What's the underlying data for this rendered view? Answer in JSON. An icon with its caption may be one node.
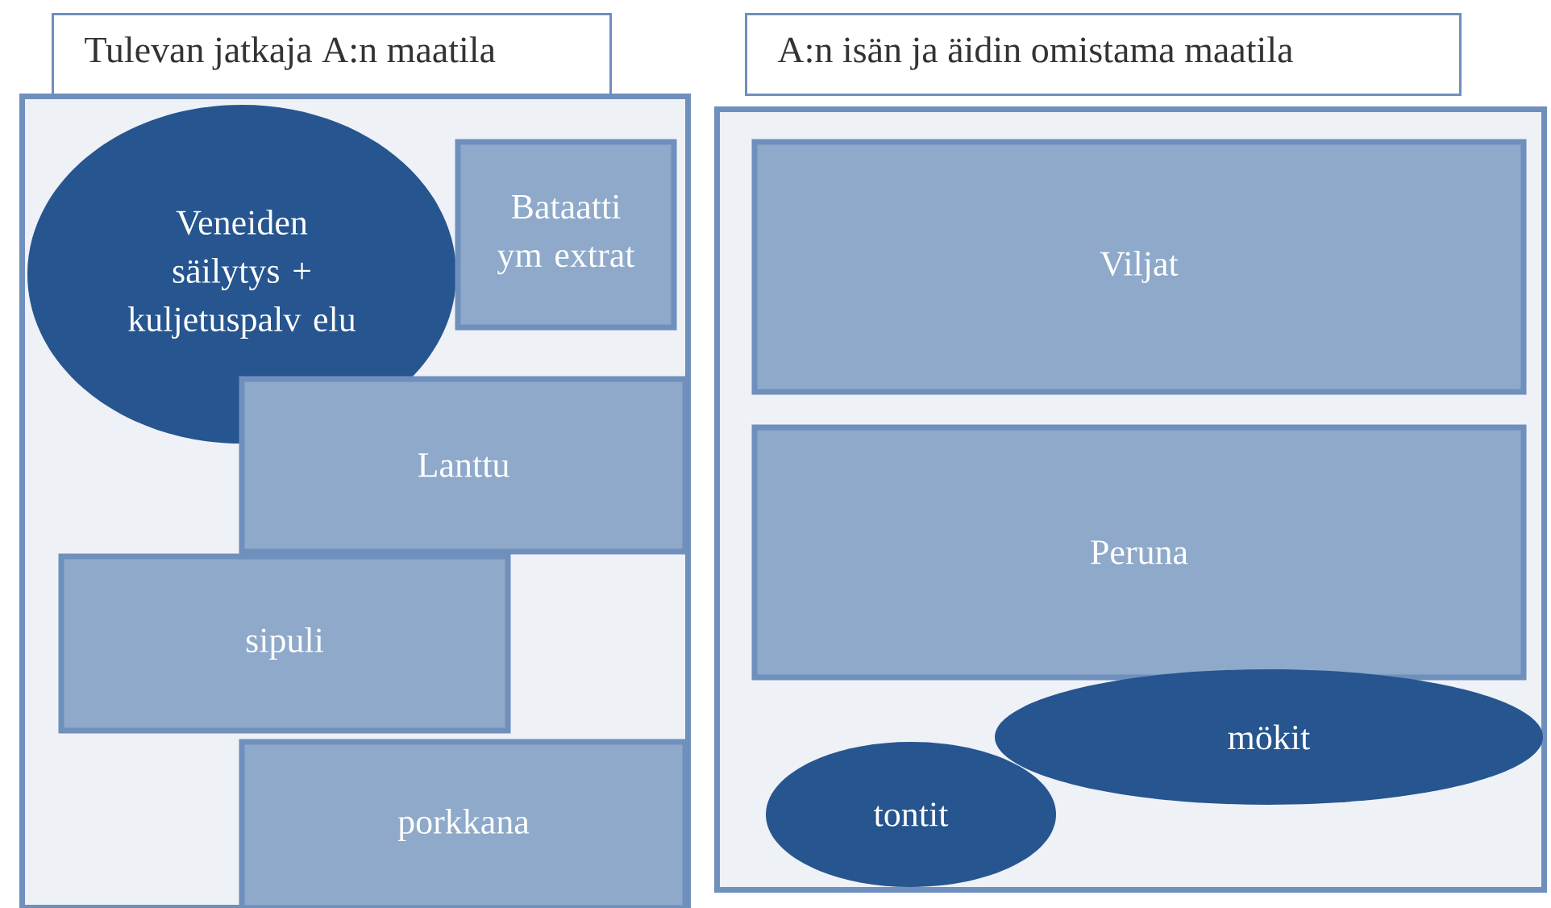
{
  "diagram": {
    "nodes": [
      {
        "text": [
          "Tulevan jatkaja A:n maatila"
        ]
      },
      {
        "text": [
          "Veneiden säilytys + kuljetuspalv elu"
        ],
        "in": 0
      },
      {
        "text": [
          "Bataatti ym extrat"
        ],
        "in": 0
      },
      {
        "text": [
          "Lanttu"
        ],
        "in": 0
      },
      {
        "text": [
          "sipuli"
        ],
        "in": 0
      },
      {
        "text": [
          "porkkana"
        ],
        "in": 0
      },
      {
        "text": [
          "A:n isän ja äidin omistama maatila"
        ]
      },
      {
        "text": [
          "Viljat"
        ],
        "in": 6
      },
      {
        "text": [
          "Peruna"
        ],
        "in": 6
      },
      {
        "text": [
          "mökit"
        ],
        "in": 6
      },
      {
        "text": [
          "tontit"
        ],
        "in": 6
      }
    ]
  }
}
